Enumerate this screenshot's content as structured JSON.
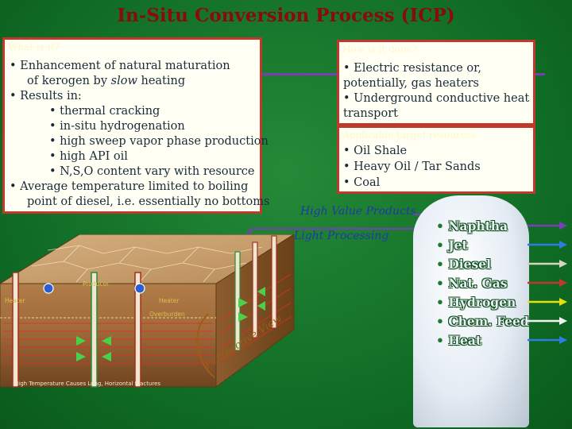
{
  "title": "In-Situ Conversion Process (ICP)",
  "left_box": {
    "header": "What is it?",
    "lines": [
      "• Enhancement of natural maturation",
      "of kerogen by slow heating",
      "• Results in:",
      "• thermal cracking",
      "• in-situ hydrogenation",
      "• high sweep vapor phase production",
      "• high API oil",
      "• N,S,O content vary with resource",
      "• Average temperature limited to boiling",
      "point of diesel, i.e. essentially no bottoms"
    ]
  },
  "right_top_box": {
    "header": "How is it done?",
    "lines": [
      "• Electric resistance or,",
      "potentially, gas heaters",
      "• Underground conductive heat",
      "transport"
    ]
  },
  "right_bottom_box": {
    "header": "Applicable target resources",
    "lines": [
      "• Oil Shale",
      "• Heavy Oil / Tar Sands",
      "• Coal"
    ]
  },
  "labels": {
    "high_value": "High Value Products",
    "light_processing": "Light Processing",
    "perspective": "Perspective View"
  },
  "diagram": {
    "producer": "Producer",
    "heater_left": "Heater",
    "heater_right": "Heater",
    "overburden": "Overburden",
    "fractures": "High Temperature Causes Long, Horizontal Fractures"
  },
  "products": [
    "Naphtha",
    "Jet",
    "Diesel",
    "Nat. Gas",
    "Hydrogen",
    "Chem. Feed",
    "Heat"
  ],
  "product_arrow_colors": [
    "#7a3fb8",
    "#2b7de0",
    "#d8d2c0",
    "#c0392b",
    "#e6e010",
    "#f2f2f2",
    "#2b7de0"
  ],
  "colors": {
    "title": "#8b0a0a",
    "box_border": "#c0392b",
    "connector": "#7a3fb8",
    "background": "#1b7a2e"
  }
}
